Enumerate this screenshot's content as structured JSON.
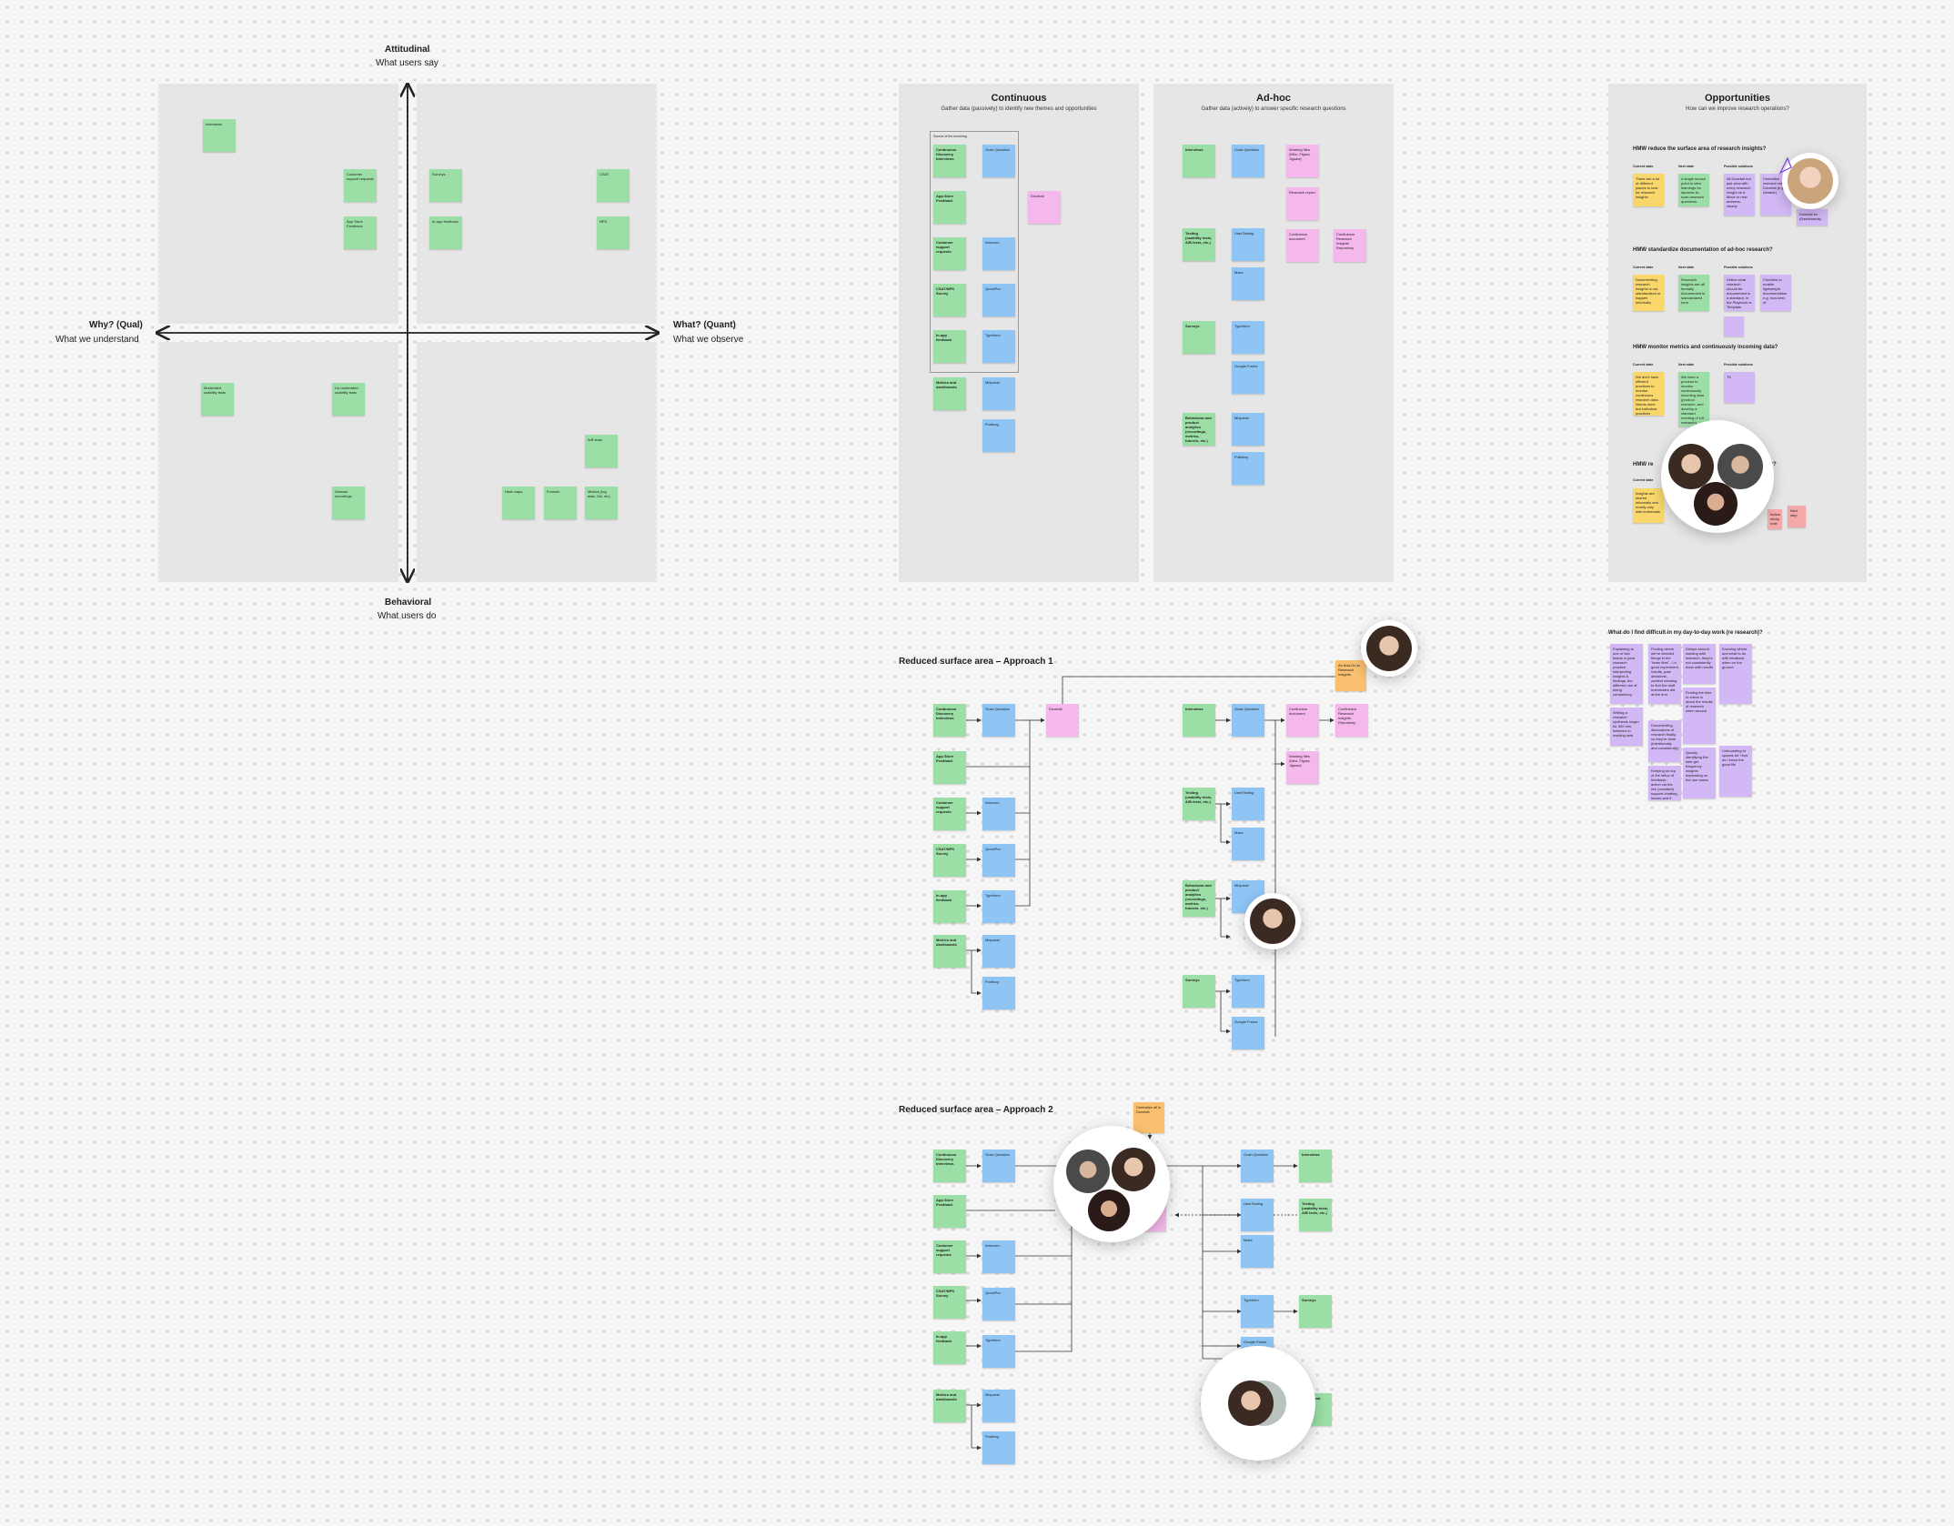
{
  "quadrant": {
    "top_title": "Attitudinal",
    "top_sub": "What users say",
    "bottom_title": "Behavioral",
    "bottom_sub": "What users do",
    "left_title": "Why? (Qual)",
    "left_sub": "What we understand",
    "right_title": "What? (Quant)",
    "right_sub": "What we observe",
    "stickies": {
      "interviews": "Interviews",
      "customer_support": "Customer support requests",
      "app_store": "App Store Feedback",
      "surveys": "Surveys",
      "inapp": "In-app feedback",
      "csat": "CSAT",
      "nps": "NPS",
      "moderated": "Moderated usability tests",
      "unmoderated": "Un-moderated usability tests",
      "session": "Session recordings",
      "ab": "A/B tests",
      "heatmaps": "Heat maps",
      "funnels": "Funnels",
      "metrics": "Metrics (log data, GA, etc)"
    }
  },
  "continuous": {
    "title": "Continuous",
    "sub": "Gather data (passively) to identify new themes and opportunities",
    "group_label": "Source of the incoming",
    "items": {
      "cdi": "Continuous Discovery Interviews",
      "asf": "App Store Feedback",
      "csr": "Customer support requests",
      "csat": "CSAT/NPS Survey",
      "inapp": "In-app feedback",
      "metrics": "Metrics and dashboards",
      "gq": "Grain Question",
      "intercom": "Intercom",
      "qs": "QuestPro",
      "typeform": "Typeform",
      "mixpanel": "Mixpanel",
      "posthog": "Posthog",
      "dovetail": "Dovetail"
    }
  },
  "adhoc": {
    "title": "Ad-hoc",
    "sub": "Gather data (actively) to answer specific research questions",
    "items": {
      "interviews": "Interviews",
      "testing": "Testing (usability tests, A/B tests, etc.)",
      "surveys": "Surveys",
      "behavioral": "Behavioral and product analytics (recordings, metrics, funnels, etc.)",
      "grain": "Grain Question",
      "usertesting": "UserTesting",
      "maze": "Maze",
      "typeform": "Typeform",
      "googleforms": "Google Forms",
      "mixpanel": "Mixpanel",
      "fullstory": "Fullstory",
      "working": "Working files (Miro, Figma, Jigsaw)",
      "research_report": "Research report",
      "confluence_docs": "Confluence document",
      "confluence_repo": "Confluence Research Insights Repository"
    }
  },
  "opportunities": {
    "title": "Opportunities",
    "sub": "How can we improve research operations?",
    "q1": "HMW reduce the surface area of research insights?",
    "q2": "HMW standardize documentation of ad-hoc research?",
    "q3": "HMW monitor metrics and continuously incoming data?",
    "q4_start": "HMW re",
    "q4_end": "ity?",
    "col_current": "Current state",
    "col_next": "Next state",
    "col_possible": "Possible solutions",
    "notes": {
      "n1a": "There are a lot of different places to look for research insights",
      "n1b": "A single source point to view learnings for dynamic to-scan research questions",
      "n1c": "All Dovetail not just view with every research insight on it. Move to new answers, clearly",
      "n1d": "Centralize research into Dovetail (e.g. Airtable)",
      "n1e": "Dovetail for (Dashboards)",
      "n2a": "Documenting research insights is not standardized or happen informally",
      "n2b": "Research insights are all formally documented in standardized form",
      "n2c": "Define what research should be documented in a standard, in the Playbook or Template",
      "n2d": "Checklist to enable lightweight documentation e.g. how best of",
      "n3a": "We don't have efficient practices to monitor continuous research data. Needs done but individual practices",
      "n3b": "We have a process to monitor continuously incoming data (product research, and develop a standard meeting of UX research)",
      "n3c": "TK",
      "n4a": "Insights are shared informally and mostly only with individuals",
      "n4b": "",
      "n4c": "Action sticky note",
      "n4d": "Next step"
    }
  },
  "difficult": {
    "title": "What do I find difficult in my day-to-day work (re research)?",
    "notes": [
      "Explaining to one or two teams a good research practice, interpreting insights & findings, the different use of being consistency",
      "Finding where we've decided things in the \"team files\" - i.e. good experiment results, past decisions, context needing to find the stuff teammates did at the end",
      "Writing a research synthesis longer for 500 min, between to working sets",
      "Delays around working with research, they're not consistently done with results",
      "Knowing where and what to do with feedback when on the ground",
      "Finding the time to check in about the results of research when around",
      "Documenting discussions of research finally, so they're done (intentionally and consistently)",
      "Keeping on top of the influx of feedback - action via the live (constant) support chatting, issues and it makes time to consider easy resolve tickets",
      "Unbounding to spaces lot. How do I know the good file",
      "Quickly identifying the intel get frequency insights depending on the use cases"
    ]
  },
  "approach1": {
    "title": "Reduced surface area – Approach 1",
    "comment_note": "An Add-On to Research Insights",
    "items": {
      "cdi": "Continuous Discovery Interviews",
      "asf": "App Store Feedback",
      "csr": "Customer support requests",
      "csat": "CSAT/NPS Survey",
      "inapp": "In-app feedback",
      "metrics": "Metrics and dashboards",
      "gq": "Grain Question",
      "intercom": "Intercom",
      "qs": "QuestPro",
      "typeform": "Typeform",
      "mixpanel": "Mixpanel",
      "posthog": "Posthog",
      "dovetail": "Dovetail",
      "interviews": "Interviews",
      "testing": "Testing (usability tests, A/B tests, etc.)",
      "behavioral": "Behavioral and product analytics (recordings, metrics, funnels, etc.)",
      "surveys": "Surveys",
      "grain": "Grain Question",
      "usertesting": "UserTesting",
      "maze": "Maze",
      "mixpanel2": "Mixpanel",
      "typeform2": "Typeform",
      "googleforms": "Google Forms",
      "confluence_docs": "Confluence document",
      "confluence_repo": "Confluence Research Insights Repository",
      "working": "Working files (Miro, Figma, Jigsaw)"
    }
  },
  "approach2": {
    "title": "Reduced surface area – Approach 2",
    "comment_note": "Centralize all in Dovetail",
    "items": {
      "cdi": "Continuous Discovery Interviews",
      "asf": "App Store Feedback",
      "csr": "Customer support requests",
      "csat": "CSAT/NPS Survey",
      "inapp": "In-app feedback",
      "metrics": "Metrics and dashboards",
      "gq": "Grain Question",
      "intercom": "Intercom",
      "qs": "QuestPro",
      "typeform": "Typeform",
      "mixpanel": "Mixpanel",
      "posthog": "Posthog",
      "grain_r": "Grain Question",
      "usertesting_r": "UserTesting",
      "maze_r": "Maze",
      "typeform_r": "Typeform",
      "googleforms_r": "Google Forms",
      "interviews_r": "Interviews",
      "testing_r": "Testing (usability tests, A/B tests, etc.)",
      "surveys_r": "Surveys",
      "behavioral_r": "Behavioral"
    }
  },
  "colors": {
    "green": "#9bdea6",
    "blue": "#8ec5f5",
    "pink": "#f5b8ec",
    "yellow": "#f9d76b",
    "purple": "#d2b8f5",
    "orange": "#f8c06f",
    "panel": "#e6e6e6",
    "canvas": "#f5f5f5"
  },
  "icons": [
    "avatar",
    "cursor-icon"
  ]
}
